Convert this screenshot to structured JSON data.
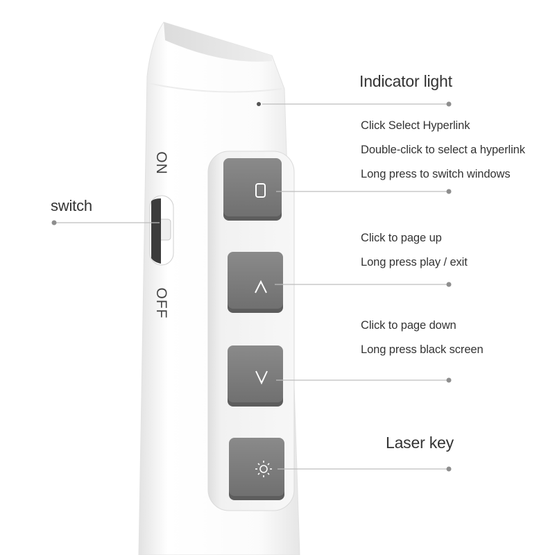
{
  "callouts": {
    "indicator": {
      "title": "Indicator light"
    },
    "select": {
      "lines": [
        "Click Select Hyperlink",
        "Double-click to select a hyperlink",
        "Long press to switch windows"
      ]
    },
    "switch": {
      "title": "switch",
      "on_label": "ON",
      "off_label": "OFF"
    },
    "page_up": {
      "lines": [
        "Click to page up",
        "Long press play / exit"
      ]
    },
    "page_down": {
      "lines": [
        "Click to page down",
        "Long press black screen"
      ]
    },
    "laser": {
      "title": "Laser key"
    }
  },
  "buttons": {
    "select_icon": "square-icon",
    "up_icon": "chevron-up-icon",
    "down_icon": "chevron-down-icon",
    "laser_icon": "sun-icon"
  },
  "colors": {
    "button": "#7a7a7a",
    "body": "#f6f6f6",
    "callout_line": "#b9b9b9",
    "callout_dot": "#8e8e8e",
    "text": "#333333"
  }
}
